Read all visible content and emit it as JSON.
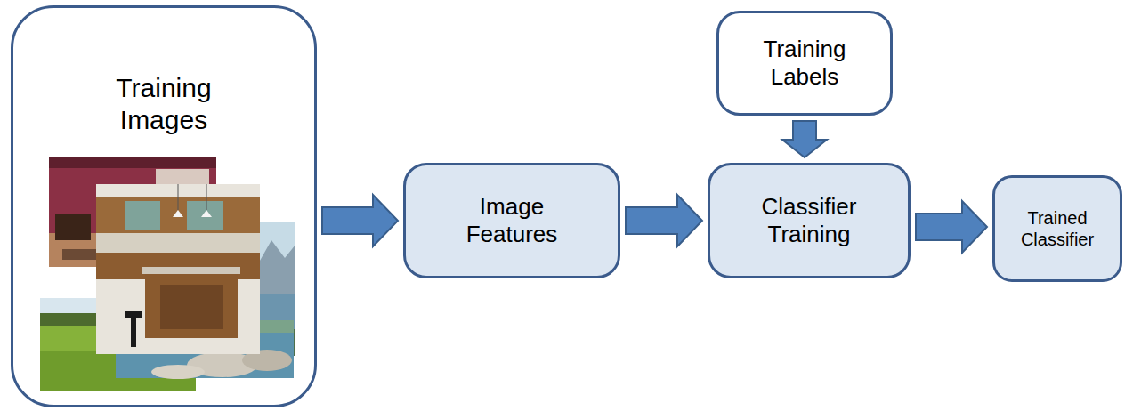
{
  "diagram": {
    "nodes": [
      {
        "text": [
          "Training Images"
        ]
      },
      {
        "text": [
          "Image Features"
        ]
      },
      {
        "text": [
          "Training Labels"
        ]
      },
      {
        "text": [
          "Classifier Training"
        ]
      },
      {
        "text": [
          "Trained Classifier"
        ]
      }
    ],
    "edges": [
      {
        "from": 0,
        "to": 1,
        "arrow": "to"
      },
      {
        "from": 1,
        "to": 3,
        "arrow": "to"
      },
      {
        "from": 2,
        "to": 3,
        "arrow": "to"
      },
      {
        "from": 3,
        "to": 4,
        "arrow": "to"
      }
    ]
  }
}
